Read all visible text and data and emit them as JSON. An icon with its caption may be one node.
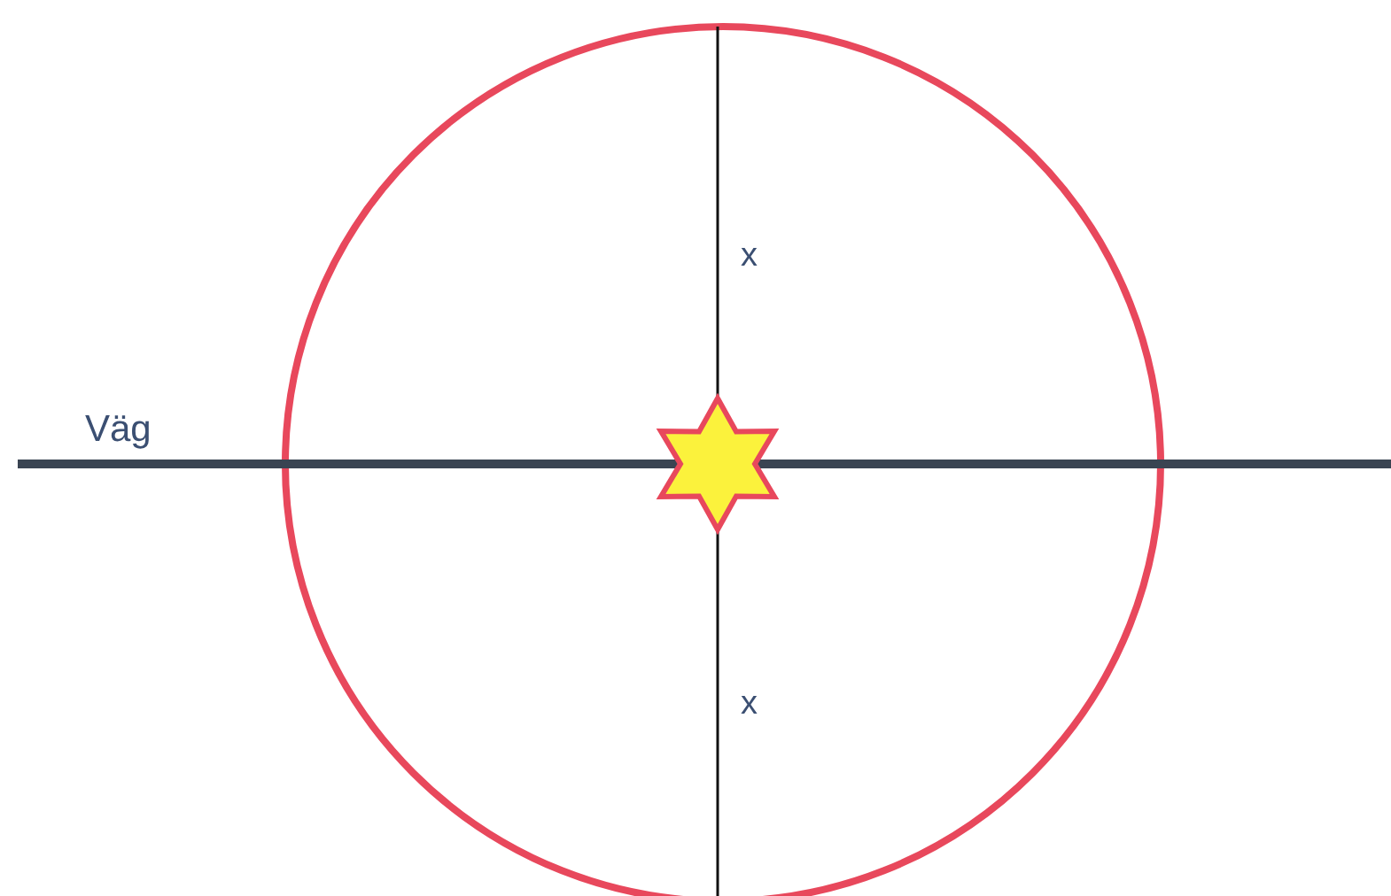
{
  "diagram": {
    "labels": [
      "Väg",
      "x",
      "x"
    ]
  }
}
